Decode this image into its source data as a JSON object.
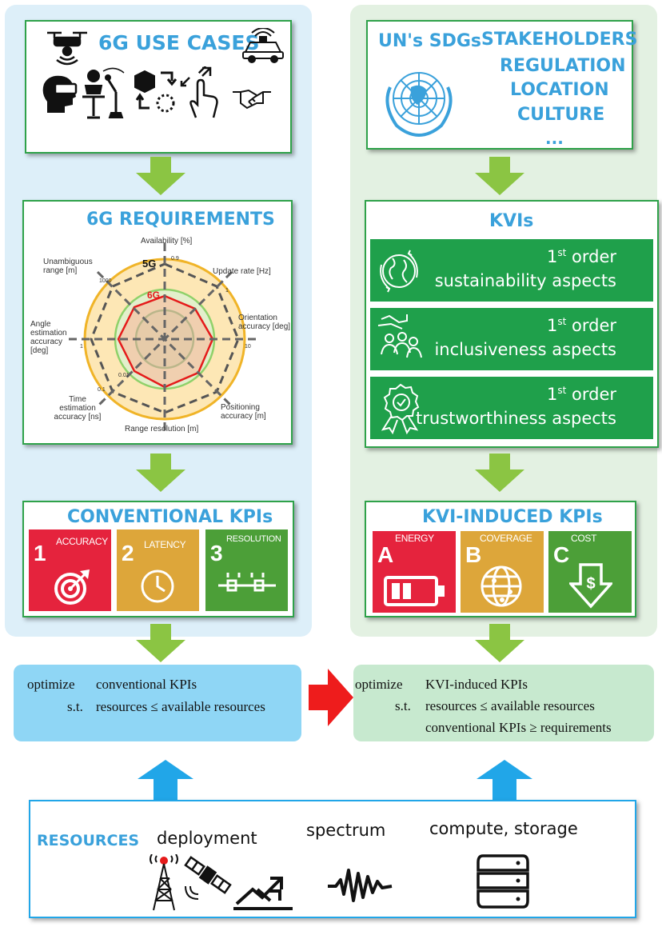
{
  "colors": {
    "left_bg": "#ddeff9",
    "right_bg": "#e3f1e2",
    "box_border": "#2fa24a",
    "title_blue": "#3aa1db",
    "arrow_green": "#8bc543",
    "arrow_red": "#ee1c1c",
    "arrow_blue": "#21a6e8",
    "kvi_green": "#1fa04b",
    "tile_red": "#e5233d",
    "tile_orange": "#dda63a",
    "tile_green": "#4c9f38",
    "opt_left_bg": "#8fd6f5",
    "opt_right_bg": "#c7e9cf"
  },
  "use_cases": {
    "title": "6G USE CASES",
    "icons": [
      "drone-icon",
      "car-icon",
      "vr-headset-icon",
      "robot-arm-icon",
      "logistics-icon",
      "touch-icon",
      "handshake-icon"
    ]
  },
  "sdg_box": {
    "un_label": "UN's SDGs",
    "items": [
      "STAKEHOLDERS",
      "REGULATION",
      "LOCATION",
      "CULTURE",
      "..."
    ]
  },
  "requirements": {
    "title": "6G REQUIREMENTS",
    "radar": {
      "axes": [
        "Availability [%]",
        "Update rate [Hz]",
        "Orientation accuracy [deg]",
        "Positioning accuracy [m]",
        "Range resolution [m]",
        "Time estimation accuracy [ns]",
        "Angle estimation accuracy [deg]",
        "Unambiguous range [m]"
      ],
      "label_5g": "5G",
      "label_6g": "6G",
      "tick_labels": [
        "0.9",
        "1000",
        "1",
        "10",
        "0.1",
        "0.01",
        "1"
      ]
    }
  },
  "kvis": {
    "title": "KVIs",
    "items": [
      {
        "order": "1",
        "sup": "st",
        "word": "order",
        "aspect": "sustainability aspects",
        "icon": "globe-recycle-icon"
      },
      {
        "order": "1",
        "sup": "st",
        "word": "order",
        "aspect": "inclusiveness aspects",
        "icon": "people-hand-icon"
      },
      {
        "order": "1",
        "sup": "st",
        "word": "order",
        "aspect": "trustworthiness aspects",
        "icon": "badge-check-icon"
      }
    ]
  },
  "conventional_kpis": {
    "title": "CONVENTIONAL KPIs",
    "tiles": [
      {
        "num": "1",
        "label": "ACCURACY",
        "icon": "target-icon"
      },
      {
        "num": "2",
        "label": "LATENCY",
        "icon": "clock-icon"
      },
      {
        "num": "3",
        "label": "RESOLUTION",
        "icon": "resolution-icon"
      }
    ]
  },
  "kvi_kpis": {
    "title": "KVI-INDUCED KPIs",
    "tiles": [
      {
        "num": "A",
        "label": "ENERGY",
        "icon": "battery-icon"
      },
      {
        "num": "B",
        "label": "COVERAGE",
        "icon": "globe-icon"
      },
      {
        "num": "C",
        "label": "COST",
        "icon": "dollar-down-icon"
      }
    ]
  },
  "opt_left": {
    "k1": "optimize",
    "v1": "conventional KPIs",
    "k2": "s.t.",
    "v2": "resources ≤ available resources"
  },
  "opt_right": {
    "k1": "optimize",
    "v1": "KVI-induced KPIs",
    "k2": "s.t.",
    "v2": "resources ≤ available resources",
    "v3": "conventional KPIs ≥ requirements"
  },
  "resources": {
    "title": "RESOURCES",
    "deployment": "deployment",
    "spectrum": "spectrum",
    "compute": "compute, storage"
  }
}
